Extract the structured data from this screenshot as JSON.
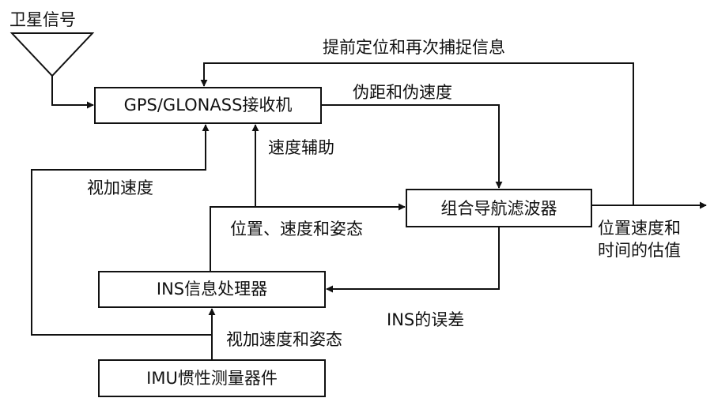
{
  "antenna": {
    "label": "卫星信号"
  },
  "blocks": {
    "receiver": "GPS/GLONASS接收机",
    "filter": "组合导航滤波器",
    "ins": "INS信息处理器",
    "imu": "IMU惯性测量器件"
  },
  "edges": {
    "reacquisition": "提前定位和再次捕捉信息",
    "pseudorange": "伪距和伪速度",
    "velocity_aid": "速度辅助",
    "sight_velocity": "视加速度",
    "pos_vel_att": "位置、速度和姿态",
    "ins_error": "INS的误差",
    "sight_velocity_att": "视加速度和姿态",
    "output_line1": "位置速度和",
    "output_line2": "时间的估值"
  }
}
